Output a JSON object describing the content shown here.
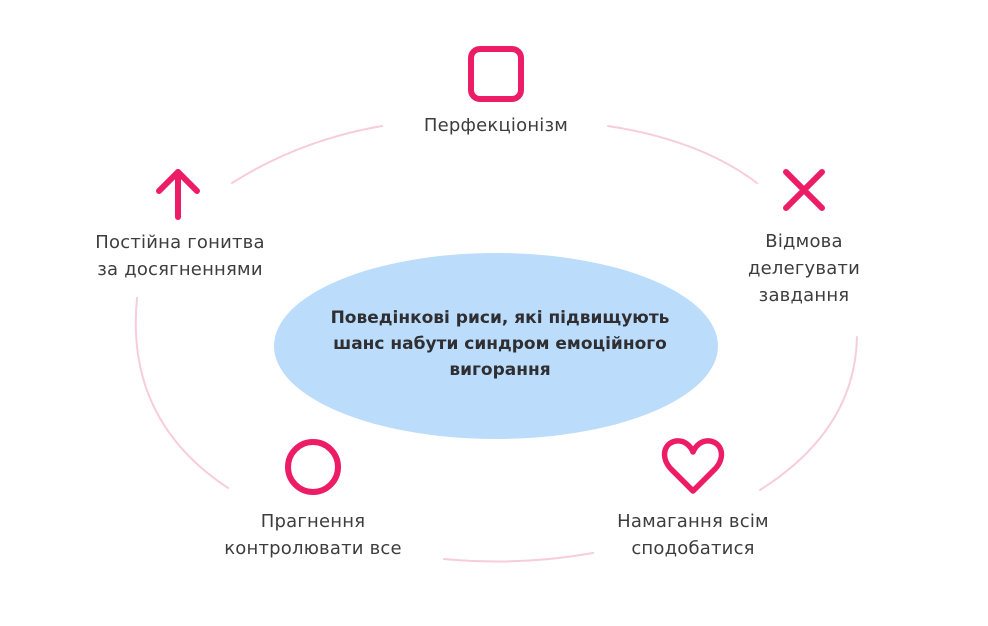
{
  "colors": {
    "accent": "#ec1c66",
    "arc": "#f7cdd9",
    "center_fill": "#bcdcfb",
    "text": "#3d3d3d"
  },
  "center": {
    "line1": "Поведінкові риси, які підвищують",
    "line2": "шанс набути синдром емоційного",
    "line3": "вигорання"
  },
  "items": [
    {
      "id": "perfectionism",
      "icon": "square-icon",
      "lines": [
        "Перфекціонізм"
      ]
    },
    {
      "id": "refusal-to-delegate",
      "icon": "x-icon",
      "lines": [
        "Відмова",
        "делегувати",
        "завдання"
      ]
    },
    {
      "id": "people-pleasing",
      "icon": "heart-icon",
      "lines": [
        "Намагання всім",
        "сподобатися"
      ]
    },
    {
      "id": "control",
      "icon": "circle-icon",
      "lines": [
        "Прагнення",
        "контролювати все"
      ]
    },
    {
      "id": "achievement",
      "icon": "arrow-up-icon",
      "lines": [
        "Постійна гонитва",
        "за досягненнями"
      ]
    }
  ]
}
